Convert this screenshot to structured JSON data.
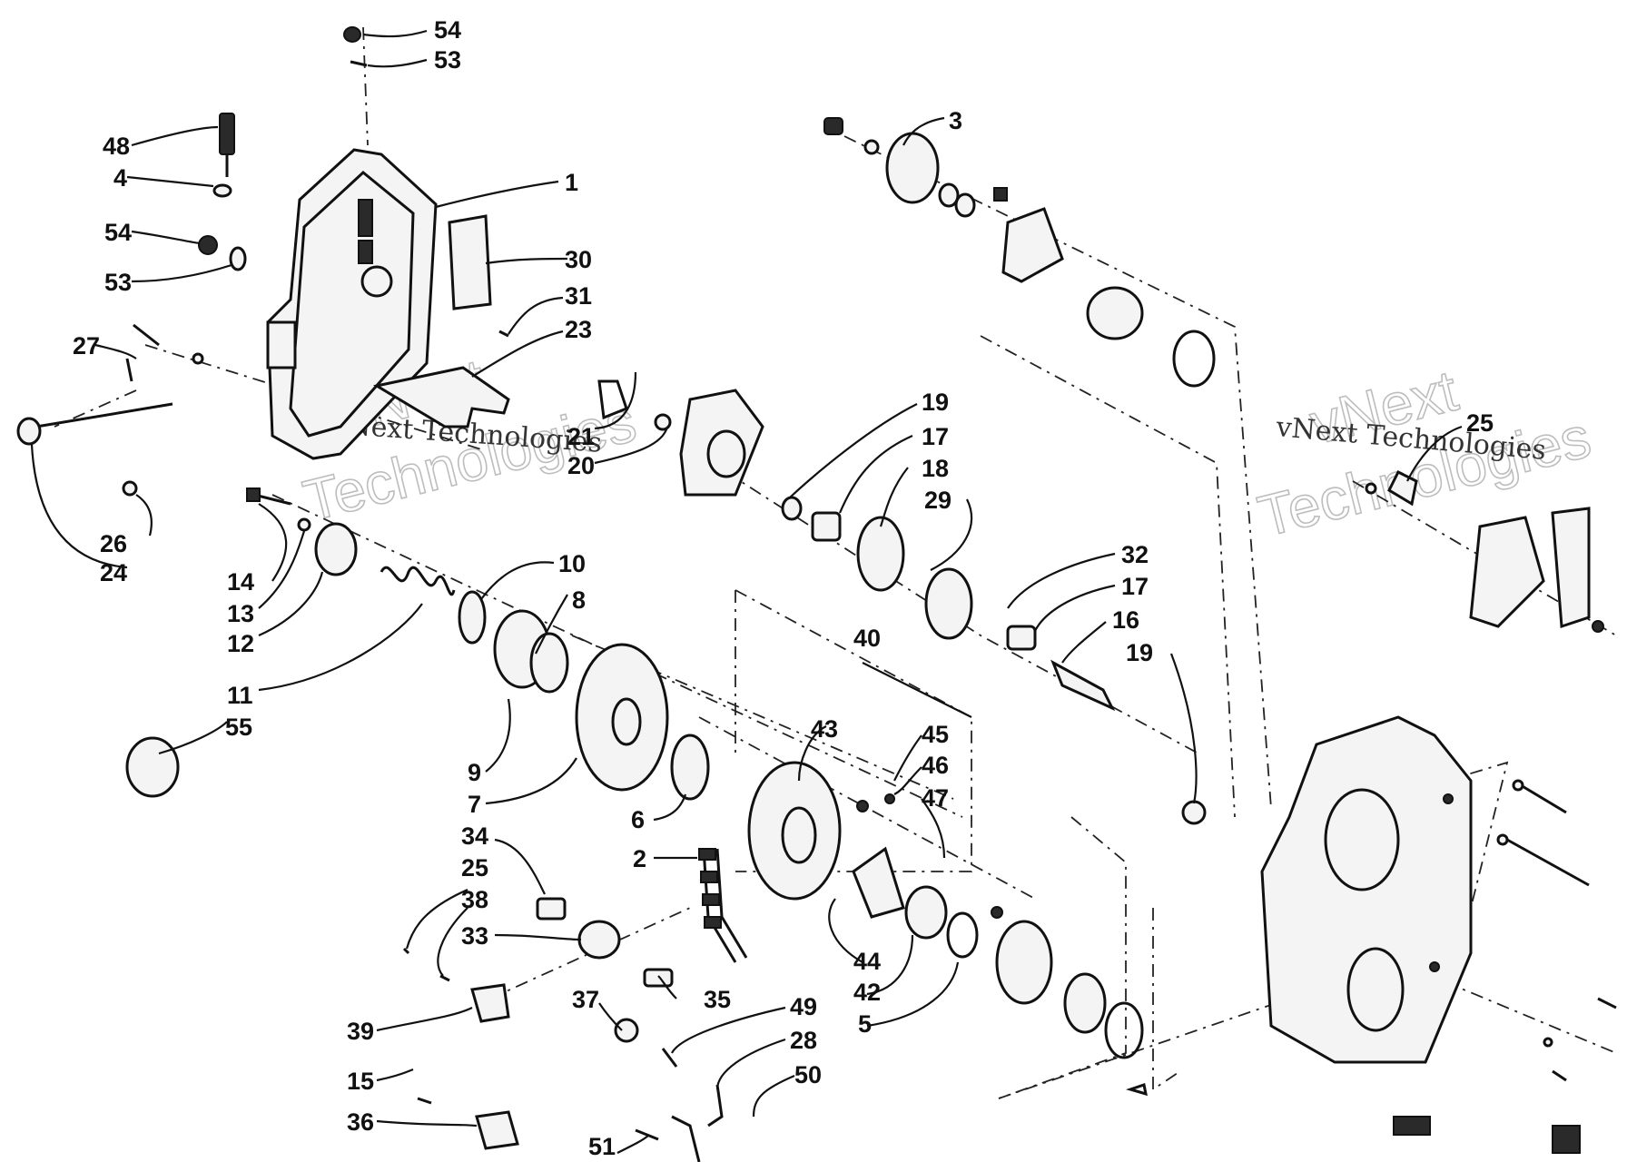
{
  "watermark": {
    "brand_top": "vNext",
    "brand_bottom": "Technologies",
    "inline_text": "vNext Technologies"
  },
  "callouts": {
    "c54a": "54",
    "c53a": "53",
    "c48": "48",
    "c4": "4",
    "c1": "1",
    "c54b": "54",
    "c53b": "53",
    "c30": "30",
    "c31": "31",
    "c23": "23",
    "c27": "27",
    "c21": "21",
    "c20": "20",
    "c26": "26",
    "c24": "24",
    "c14": "14",
    "c13": "13",
    "c12": "12",
    "c11": "11",
    "c55": "55",
    "c10": "10",
    "c8": "8",
    "c9": "9",
    "c7": "7",
    "c6": "6",
    "c2": "2",
    "c3": "3",
    "c19a": "19",
    "c17a": "17",
    "c18": "18",
    "c29": "29",
    "c32": "32",
    "c17b": "17",
    "c16": "16",
    "c19b": "19",
    "c40": "40",
    "c43": "43",
    "c45": "45",
    "c46": "46",
    "c47": "47",
    "c44": "44",
    "c42": "42",
    "c5": "5",
    "c34": "34",
    "c25a": "25",
    "c38": "38",
    "c33": "33",
    "c35": "35",
    "c37": "37",
    "c49": "49",
    "c28": "28",
    "c50": "50",
    "c39": "39",
    "c15": "15",
    "c36": "36",
    "c51": "51",
    "c25b": "25"
  }
}
